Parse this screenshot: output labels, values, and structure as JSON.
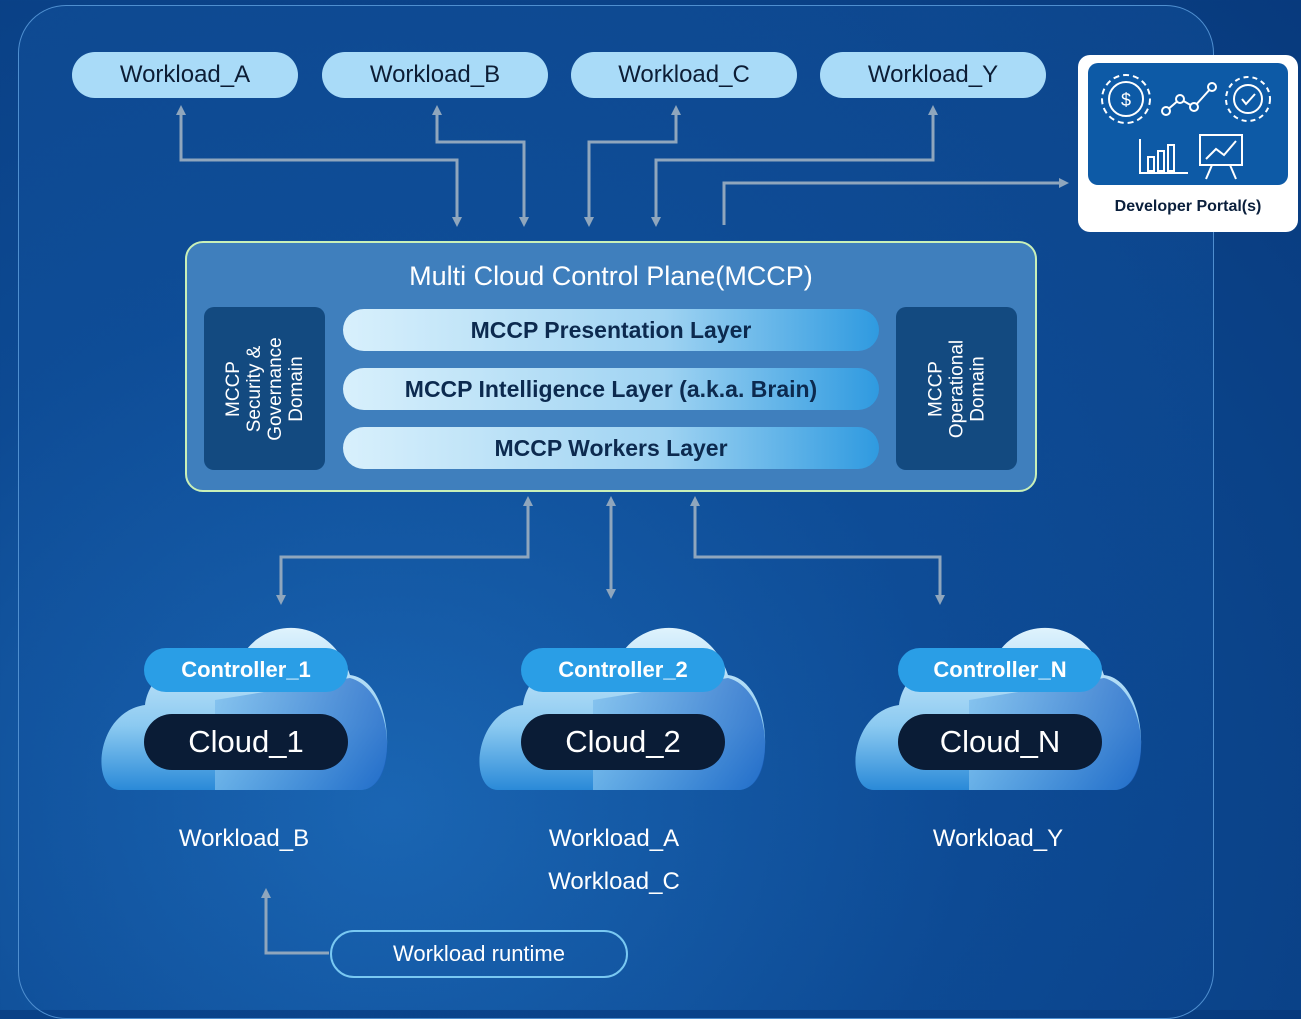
{
  "top_workloads": [
    "Workload_A",
    "Workload_B",
    "Workload_C",
    "Workload_Y"
  ],
  "portal": {
    "label": "Developer Portal(s)",
    "icons": [
      "dollar-gear-icon",
      "line-trend-icon",
      "check-gear-icon",
      "bar-chart-icon",
      "presentation-board-icon"
    ]
  },
  "mccp": {
    "title": "Multi Cloud Control Plane(MCCP)",
    "left_domain": "MCCP Security & Governance Domain",
    "right_domain": "MCCP Operational Domain",
    "layers": [
      "MCCP Presentation Layer",
      "MCCP Intelligence Layer (a.k.a. Brain)",
      "MCCP Workers Layer"
    ]
  },
  "clouds": [
    {
      "controller": "Controller_1",
      "name": "Cloud_1",
      "workloads": [
        "Workload_B"
      ]
    },
    {
      "controller": "Controller_2",
      "name": "Cloud_2",
      "workloads": [
        "Workload_A",
        "Workload_C"
      ]
    },
    {
      "controller": "Controller_N",
      "name": "Cloud_N",
      "workloads": [
        "Workload_Y"
      ]
    }
  ],
  "runtime_label": "Workload runtime",
  "colors": {
    "background": "#0d4a93",
    "pill": "#a9dbf8",
    "controller": "#2a9ee6",
    "cloud_label": "#0a1c36",
    "connector": "#8fa6bd"
  }
}
